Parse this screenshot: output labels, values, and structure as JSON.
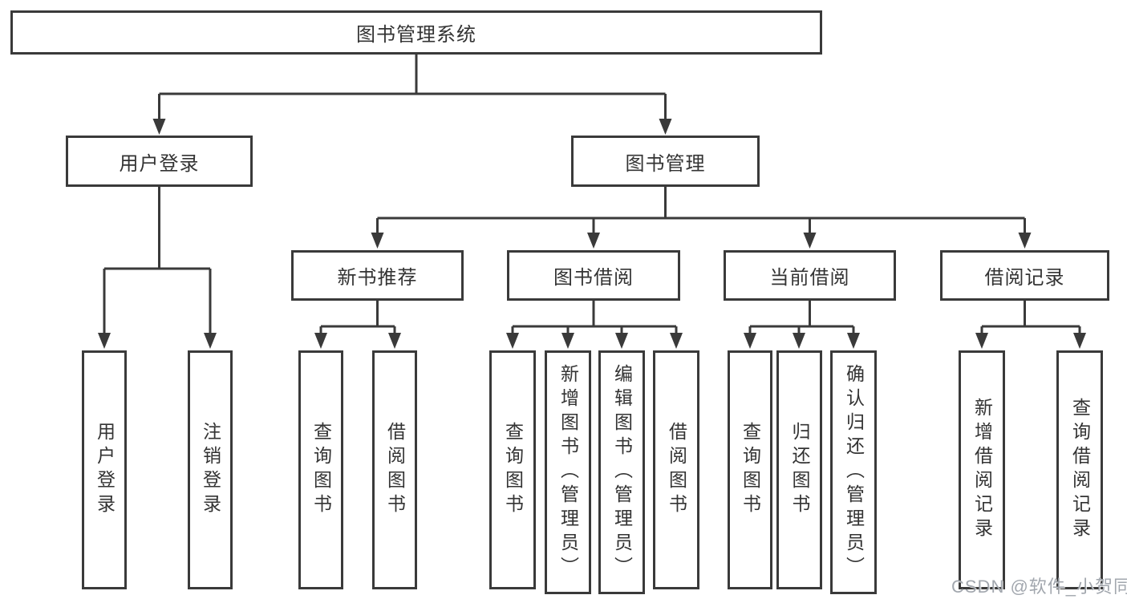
{
  "diagram": {
    "type": "tree",
    "colors": {
      "line": "#3a3a3a",
      "border": "#3a3a3a",
      "text": "#333333",
      "background": "#ffffff",
      "watermark": "#9aa0a7"
    },
    "root": {
      "label": "图书管理系统",
      "children": [
        {
          "label": "用户登录",
          "children": [
            {
              "label": "用户登录"
            },
            {
              "label": "注销登录"
            }
          ]
        },
        {
          "label": "图书管理",
          "children": [
            {
              "label": "新书推荐",
              "children": [
                {
                  "label": "查询图书"
                },
                {
                  "label": "借阅图书"
                }
              ]
            },
            {
              "label": "图书借阅",
              "children": [
                {
                  "label": "查询图书"
                },
                {
                  "label": "新增图书（管理员）"
                },
                {
                  "label": "编辑图书（管理员）"
                },
                {
                  "label": "借阅图书"
                }
              ]
            },
            {
              "label": "当前借阅",
              "children": [
                {
                  "label": "查询图书"
                },
                {
                  "label": "归还图书"
                },
                {
                  "label": "确认归还（管理员）"
                }
              ]
            },
            {
              "label": "借阅记录",
              "children": [
                {
                  "label": "新增借阅记录"
                },
                {
                  "label": "查询借阅记录"
                }
              ]
            }
          ]
        }
      ]
    },
    "watermark": "CSDN @软件_小贺同学"
  }
}
